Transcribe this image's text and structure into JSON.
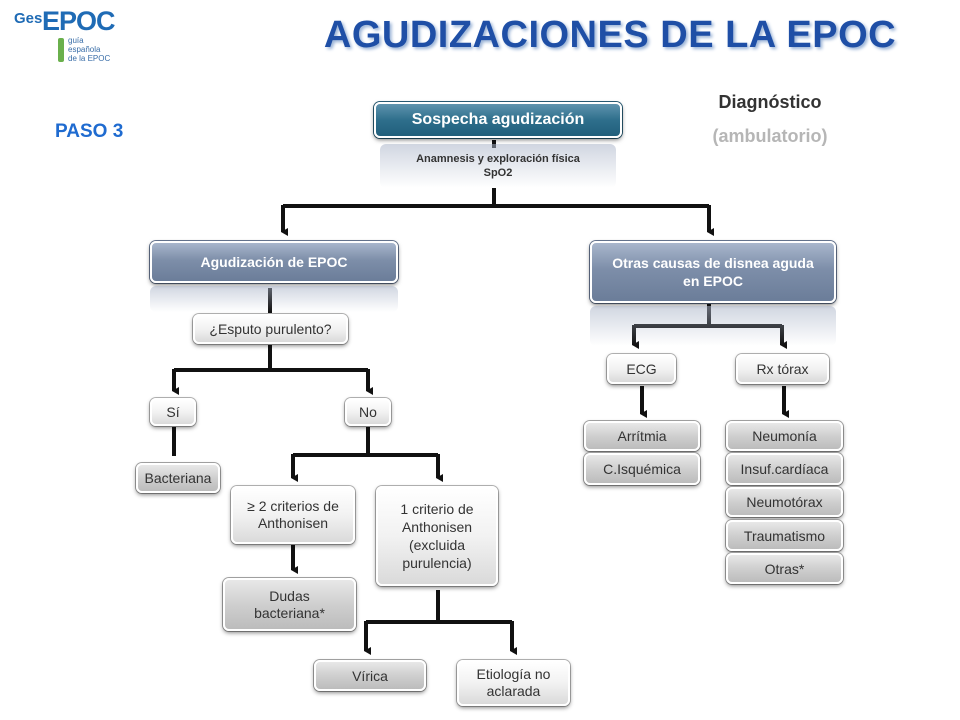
{
  "logo": {
    "ges": "Ges",
    "epoc": "EPOC",
    "sub": "guía\nespañola\nde la EPOC"
  },
  "title": "AGUDIZACIONES DE LA EPOC",
  "step": "PASO 3",
  "diagnosis": {
    "title": "Diagnóstico",
    "subtitle": "(ambulatorio)"
  },
  "nodes": {
    "sospecha": "Sospecha agudización",
    "anamnesis_1": "Anamnesis y exploración física",
    "anamnesis_2": "SpO2",
    "agudizacion": "Agudización de EPOC",
    "otras_causas": "Otras causas de disnea aguda en EPOC",
    "esputo": "¿Esputo purulento?",
    "si": "Sí",
    "no": "No",
    "bacteriana": "Bacteriana",
    "dos_criterios": "≥ 2 criterios de Anthonisen",
    "un_criterio": "1 criterio de Anthonisen (excluida purulencia)",
    "dudas": "Dudas bacteriana*",
    "virica": "Vírica",
    "etiologia": "Etiología no aclarada",
    "ecg": "ECG",
    "rx": "Rx tórax",
    "arritmia": "Arrítmia",
    "isquemica": "C.Isquémica",
    "neumonia": "Neumonía",
    "insuf": "Insuf.cardíaca",
    "neumotorax": "Neumotórax",
    "traumatismo": "Traumatismo",
    "otras": "Otras*"
  },
  "colors": {
    "title": "#1f4fa6",
    "step": "#1f6bd0",
    "teal_box": "#2e6f8c",
    "dark_box": "#7d8ea9",
    "connector": "#111111"
  }
}
